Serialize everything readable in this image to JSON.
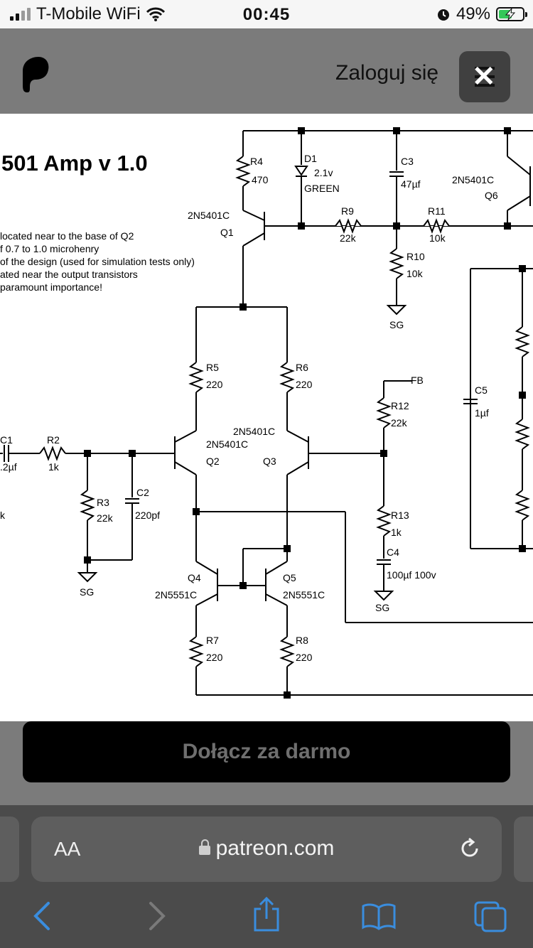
{
  "status": {
    "carrier": "T-Mobile WiFi",
    "time": "00:45",
    "battery": "49%",
    "battery_level": 0.49,
    "colors": {
      "battery_fill": "#34c759"
    }
  },
  "header": {
    "logo_icon": "patreon-logo-icon",
    "login_label": "Zaloguj się",
    "menu_icons": [
      "menu-icon",
      "close-icon"
    ]
  },
  "schematic": {
    "title": "501 Amp  v 1.0",
    "notes": [
      "located near to the base of Q2",
      "f 0.7 to 1.0 microhenry",
      "of the design (used for simulation tests only)",
      "ated near the output transistors",
      "paramount importance!"
    ],
    "labels": {
      "r4": "R4",
      "r4_val": "470",
      "d1": "D1",
      "d1_val": "2.1v",
      "d1_color": "GREEN",
      "c3": "C3",
      "c3_val": "47µf",
      "q6_type": "2N5401C",
      "q6": "Q6",
      "q1_type": "2N5401C",
      "q1": "Q1",
      "r9": "R9",
      "r9_val": "22k",
      "r11": "R11",
      "r11_val": "10k",
      "r10": "R10",
      "r10_val": "10k",
      "sg_top": "SG",
      "r5": "R5",
      "r5_val": "220",
      "r6": "R6",
      "r6_val": "220",
      "fb": "FB",
      "c5": "C5",
      "c5_val": "1µf",
      "r12": "R12",
      "r12_val": "22k",
      "q3_type": "2N5401C",
      "q2_type": "2N5401C",
      "q2": "Q2",
      "q3": "Q3",
      "c1": "C1",
      "c1_val": ".2µf",
      "r2": "R2",
      "r2_val": "1k",
      "r3": "R3",
      "r3_val": "22k",
      "c2": "C2",
      "c2_val": "220pf",
      "r13": "R13",
      "r13_val": "1k",
      "c4": "C4",
      "c4_val": "100µf  100v",
      "sg_c4": "SG",
      "sg_left": "SG",
      "q4": "Q4",
      "q4_type": "2N5551C",
      "q5": "Q5",
      "q5_type": "2N5551C",
      "r7": "R7",
      "r7_val": "220",
      "r8": "R8",
      "r8_val": "220",
      "k_frag": "k"
    }
  },
  "join_button": "Dołącz za darmo",
  "browser": {
    "aa_label": "AA",
    "url": "patreon.com",
    "icons": [
      "lock-icon",
      "reload-icon",
      "back-icon",
      "forward-icon",
      "share-icon",
      "bookmarks-icon",
      "tabs-icon"
    ]
  }
}
